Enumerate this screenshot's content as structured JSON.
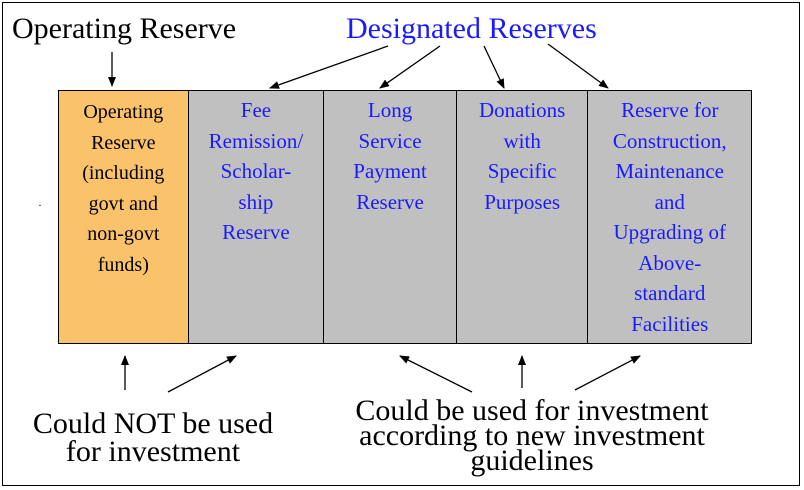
{
  "titles": {
    "operating": "Operating Reserve",
    "designated": "Designated Reserves"
  },
  "boxes": [
    {
      "id": "operating",
      "text": "Operating\nReserve\n(including\ngovt and\nnon-govt\nfunds)"
    },
    {
      "id": "fee",
      "text": "Fee\nRemission/\nScholar-\nship\nReserve"
    },
    {
      "id": "long-service",
      "text": "Long\nService\nPayment\nReserve"
    },
    {
      "id": "donations",
      "text": "Donations\nwith\nSpecific\nPurposes"
    },
    {
      "id": "construction",
      "text": "Reserve for\nConstruction,\nMaintenance\nand\nUpgrading of\nAbove-\nstandard\nFacilities"
    }
  ],
  "bottom": {
    "not_used": "Could NOT be used for investment",
    "used": "Could be used for investment according to new investment guidelines"
  },
  "colors": {
    "operating_fill": "#fac26b",
    "designated_fill": "#c0c0c0",
    "designated_text": "#1a1aff"
  }
}
